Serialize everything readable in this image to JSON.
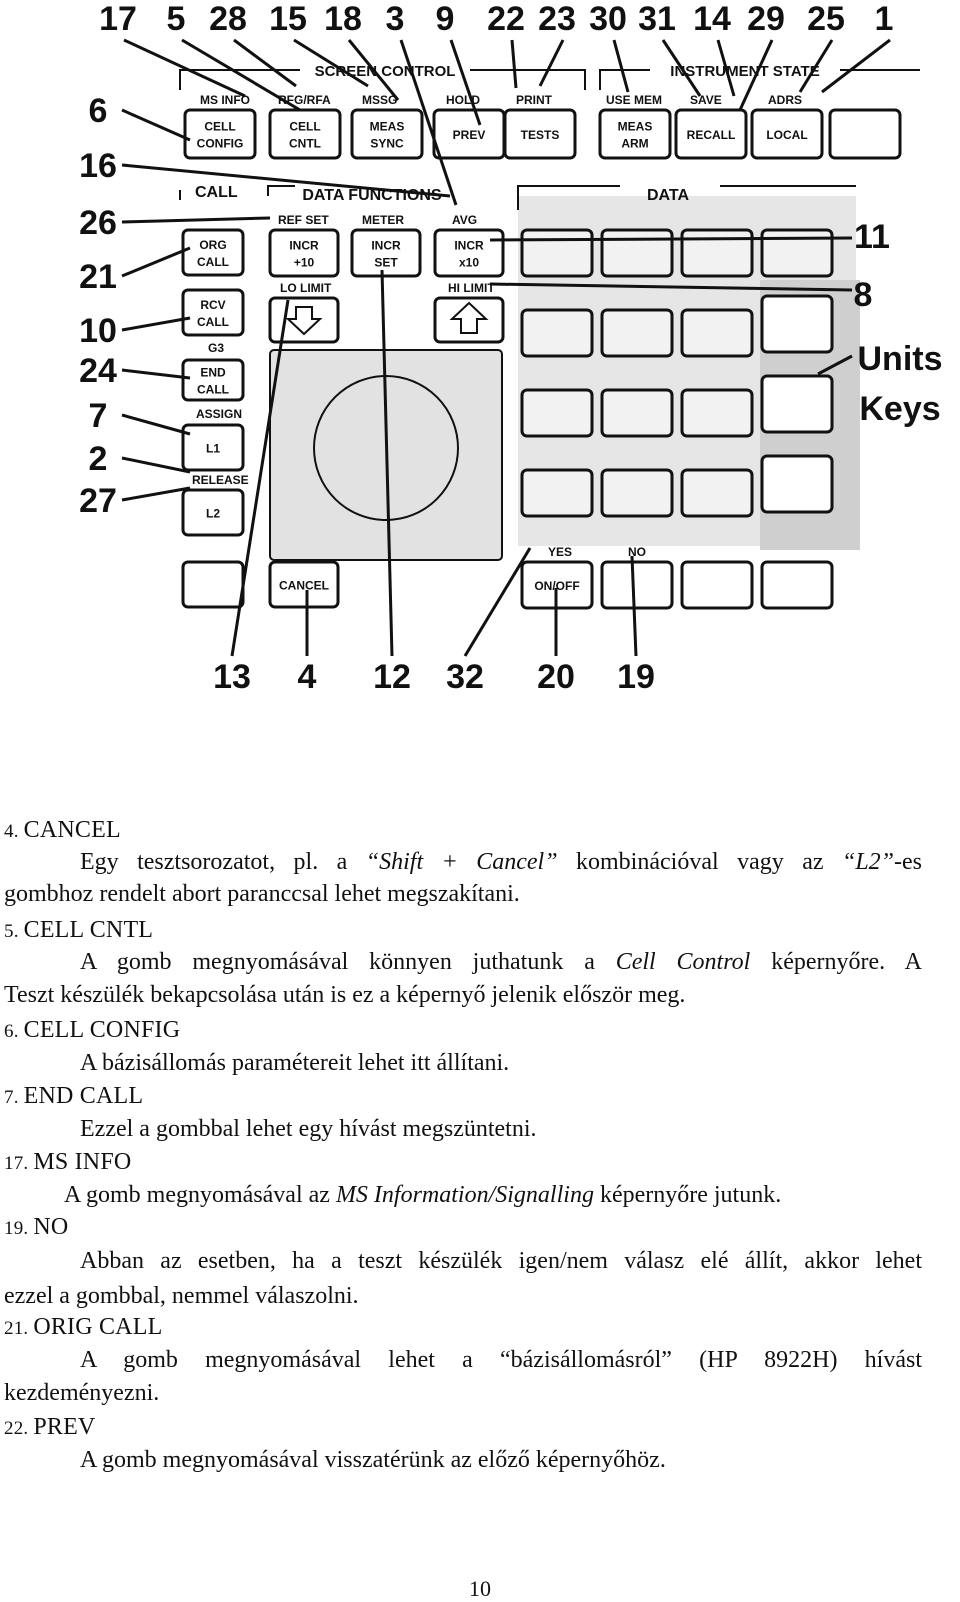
{
  "callouts": {
    "top": [
      "17",
      "5",
      "28",
      "15",
      "18",
      "3",
      "9",
      "22",
      "23",
      "30",
      "31",
      "14",
      "29",
      "25",
      "1"
    ],
    "left": [
      "6",
      "16",
      "26",
      "21",
      "10",
      "24",
      "7",
      "2",
      "27"
    ],
    "right": [
      "11",
      "8"
    ],
    "right_label": [
      "Units",
      "Keys"
    ],
    "bottom": [
      "13",
      "4",
      "12",
      "32",
      "20",
      "19"
    ]
  },
  "panel": {
    "sections": {
      "screen_control": "SCREEN CONTROL",
      "instrument_state": "INSTRUMENT STATE",
      "call": "CALL",
      "data_functions": "DATA FUNCTIONS",
      "data": "DATA"
    },
    "shift_labels": {
      "ms_info": "MS INFO",
      "rfg_rfa": "RFG/RFA",
      "mssg": "MSSG",
      "hold": "HOLD",
      "print": "PRINT",
      "use_mem": "USE MEM",
      "save": "SAVE",
      "adrs": "ADRS",
      "ref_set": "REF SET",
      "meter": "METER",
      "avg": "AVG",
      "lo_limit": "LO LIMIT",
      "hi_limit": "HI LIMIT",
      "g3": "G3",
      "assign": "ASSIGN",
      "release": "RELEASE",
      "yes": "YES",
      "no": "NO"
    },
    "keys": {
      "cell_config": [
        "CELL",
        "CONFIG"
      ],
      "cell_cntl": [
        "CELL",
        "CNTL"
      ],
      "meas_sync": [
        "MEAS",
        "SYNC"
      ],
      "prev": [
        "PREV"
      ],
      "tests": [
        "TESTS"
      ],
      "meas_arm": [
        "MEAS",
        "ARM"
      ],
      "recall": [
        "RECALL"
      ],
      "local": [
        "LOCAL"
      ],
      "orig_call": [
        "ORG",
        "CALL"
      ],
      "rcv_call": [
        "RCV",
        "CALL"
      ],
      "end_call": [
        "END",
        "CALL"
      ],
      "l1": [
        "L1"
      ],
      "l2": [
        "L2"
      ],
      "incr_div10": [
        "INCR",
        "+10"
      ],
      "incr_set": [
        "INCR",
        "SET"
      ],
      "incr_x10": [
        "INCR",
        "x10"
      ],
      "cancel": [
        "CANCEL"
      ],
      "on_off": [
        "ON/OFF"
      ]
    }
  },
  "entries": [
    {
      "number": "4.",
      "title": "CANCEL",
      "lines": [
        [
          {
            "t": "Egy tesztsorozatot, pl. a "
          },
          {
            "t": "“Shift + Cancel”",
            "i": true
          },
          {
            "t": " kombinációval vagy az "
          },
          {
            "t": "“L2”",
            "i": true
          },
          {
            "t": "-es"
          }
        ],
        [
          {
            "t": "gombhoz rendelt abort paranccsal lehet megszakítani."
          }
        ]
      ]
    },
    {
      "number": "5.",
      "title": "CELL CNTL",
      "lines": [
        [
          {
            "t": "A gomb megnyomásával könnyen juthatunk a "
          },
          {
            "t": "Cell Control",
            "i": true
          },
          {
            "t": " képernyőre. A"
          }
        ],
        [
          {
            "t": "Teszt készülék bekapcsolása után is ez a képernyő jelenik először meg."
          }
        ]
      ]
    },
    {
      "number": "6.",
      "title": "CELL CONFIG",
      "lines": [
        [
          {
            "t": "A bázisállomás paramétereit lehet itt állítani."
          }
        ]
      ]
    },
    {
      "number": "7.",
      "title": "END CALL",
      "lines": [
        [
          {
            "t": "Ezzel a gombbal lehet egy hívást megszüntetni."
          }
        ]
      ]
    },
    {
      "number": "17.",
      "title": "MS INFO",
      "lines": [
        [
          {
            "t": "A gomb megnyomásával az "
          },
          {
            "t": "MS Information/Signalling",
            "i": true
          },
          {
            "t": " képernyőre jutunk."
          }
        ]
      ]
    },
    {
      "number": "19.",
      "title": "NO",
      "lines": [
        [
          {
            "t": "Abban az esetben, ha a teszt készülék igen/nem válasz elé állít, akkor lehet"
          }
        ],
        [
          {
            "t": "ezzel a gombbal, nemmel válaszolni."
          }
        ]
      ]
    },
    {
      "number": "21.",
      "title": "ORIG CALL",
      "lines": [
        [
          {
            "t": "A gomb megnyomásával lehet a “bázisállomásról” (HP 8922H) hívást"
          }
        ],
        [
          {
            "t": "kezdeményezni."
          }
        ]
      ]
    },
    {
      "number": "22.",
      "title": "PREV",
      "lines": [
        [
          {
            "t": "A gomb megnyomásával visszatérünk az előző képernyőhöz."
          }
        ]
      ]
    }
  ],
  "page_number": "10"
}
